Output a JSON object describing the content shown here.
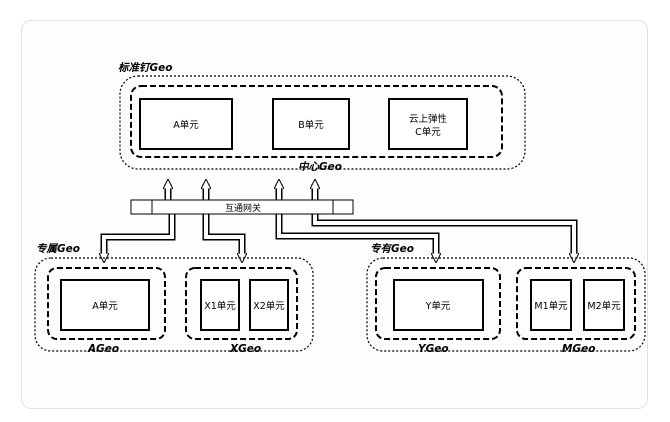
{
  "top_region": {
    "title": "标准钉Geo",
    "inner_label": "中心Geo",
    "units": [
      {
        "label": "A单元"
      },
      {
        "label": "B单元"
      },
      {
        "line1": "云上弹性",
        "line2": "C单元"
      }
    ]
  },
  "gateway": {
    "label": "互通网关"
  },
  "left_region": {
    "title": "专属Geo",
    "geos": [
      {
        "label": "AGeo",
        "units": [
          "A单元"
        ]
      },
      {
        "label": "XGeo",
        "units": [
          "X1单元",
          "X2单元"
        ]
      }
    ]
  },
  "right_region": {
    "title": "专有Geo",
    "geos": [
      {
        "label": "YGeo",
        "units": [
          "Y单元"
        ]
      },
      {
        "label": "MGeo",
        "units": [
          "M1单元",
          "M2单元"
        ]
      }
    ]
  }
}
